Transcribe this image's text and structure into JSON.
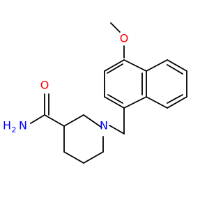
{
  "molecule": {
    "colors": {
      "bond": "#000000",
      "oxygen": "#ff0000",
      "nitrogen": "#0000ff"
    },
    "labels": {
      "methoxy_oxygen": "O",
      "amide_oxygen": "O",
      "amide_nitrogen": "N",
      "amide_hydrogen": "H",
      "amide_subscript": "2",
      "ring_nitrogen": "N"
    }
  }
}
